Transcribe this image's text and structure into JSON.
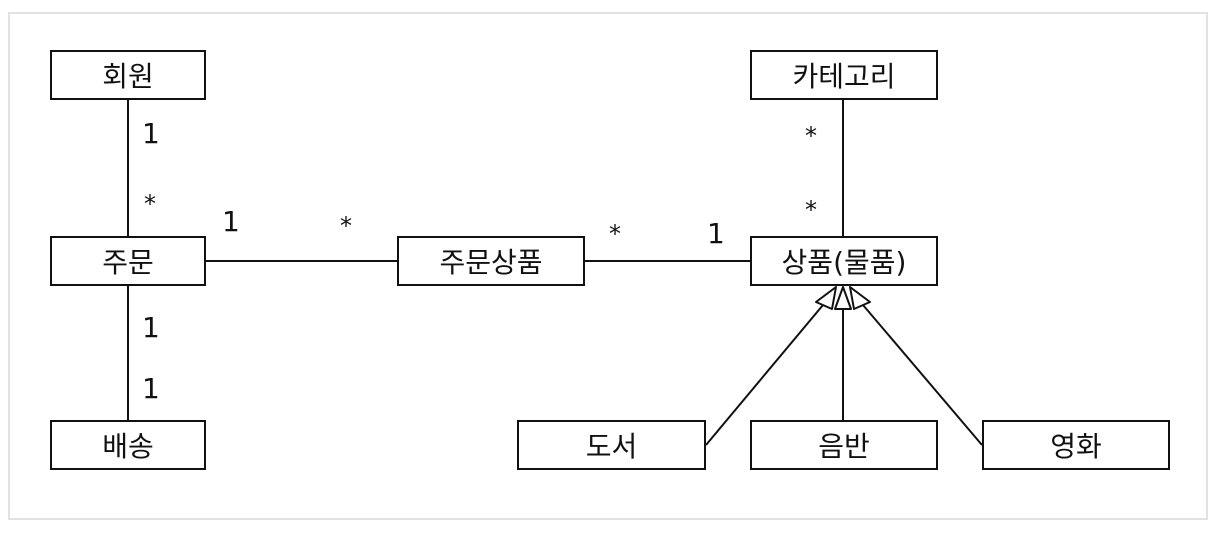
{
  "entities": {
    "member": "회원",
    "order": "주문",
    "delivery": "배송",
    "order_item": "주문상품",
    "category": "카테고리",
    "item": "상품(물품)",
    "book": "도서",
    "album": "음반",
    "movie": "영화"
  },
  "multiplicities": {
    "member_order_member_end": "1",
    "member_order_order_end": "*",
    "order_orderitem_order_end": "1",
    "order_orderitem_orderitem_end": "*",
    "orderitem_item_orderitem_end": "*",
    "orderitem_item_item_end": "1",
    "category_item_category_end": "*",
    "category_item_item_end": "*",
    "order_delivery_order_end": "1",
    "order_delivery_delivery_end": "1"
  }
}
